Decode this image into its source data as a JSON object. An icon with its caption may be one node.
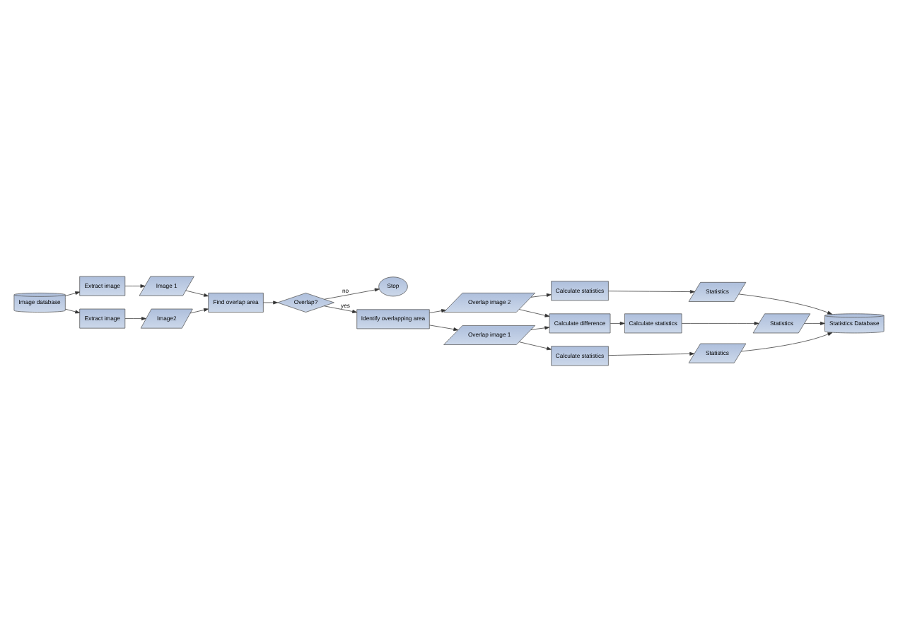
{
  "diagram": {
    "nodes": [
      {
        "text": [
          "Image database"
        ]
      },
      {
        "text": [
          "Extract image"
        ]
      },
      {
        "text": [
          "Image 1"
        ]
      },
      {
        "text": [
          "Find overlap area"
        ]
      },
      {
        "text": [
          "Overlap?"
        ]
      },
      {
        "text": [
          "Extract image"
        ]
      },
      {
        "text": [
          "Image2"
        ]
      },
      {
        "text": [
          "Stop"
        ]
      },
      {
        "text": [
          "Calculate statistics"
        ]
      },
      {
        "text": [
          "Statistics"
        ]
      },
      {
        "text": [
          "Identify overlapping area"
        ]
      },
      {
        "text": [
          "Overlap image 2"
        ]
      },
      {
        "text": [
          "Calculate difference"
        ]
      },
      {
        "text": [
          "Calculate statistics"
        ]
      },
      {
        "text": [
          "Statistics"
        ]
      },
      {
        "text": [
          "Statistics Database"
        ]
      },
      {
        "text": [
          "Overlap image 1"
        ]
      },
      {
        "text": [
          "Calculate statistics"
        ]
      },
      {
        "text": [
          "Statistics"
        ]
      }
    ],
    "edges": [
      {
        "from": 0,
        "to": 1,
        "arrow": "to"
      },
      {
        "from": 1,
        "to": 2,
        "arrow": "to"
      },
      {
        "from": 2,
        "to": 3,
        "arrow": "to"
      },
      {
        "from": 3,
        "to": 4,
        "arrow": "to"
      },
      {
        "from": 4,
        "to": 7,
        "arrow": "to",
        "label": "no"
      },
      {
        "from": 0,
        "to": 5,
        "arrow": "to"
      },
      {
        "from": 5,
        "to": 6,
        "arrow": "to"
      },
      {
        "from": 6,
        "to": 3,
        "arrow": "to"
      },
      {
        "from": 4,
        "to": 10,
        "arrow": "to",
        "label": "yes"
      },
      {
        "from": 10,
        "to": 11,
        "arrow": "to"
      },
      {
        "from": 11,
        "to": 8,
        "arrow": "to"
      },
      {
        "from": 8,
        "to": 9,
        "arrow": "to"
      },
      {
        "from": 9,
        "to": 15,
        "arrow": "to"
      },
      {
        "from": 11,
        "to": 12,
        "arrow": "to"
      },
      {
        "from": 12,
        "to": 13,
        "arrow": "to"
      },
      {
        "from": 13,
        "to": 14,
        "arrow": "to"
      },
      {
        "from": 14,
        "to": 15,
        "arrow": "to"
      },
      {
        "from": 10,
        "to": 16,
        "arrow": "to"
      },
      {
        "from": 16,
        "to": 12,
        "arrow": "to"
      },
      {
        "from": 16,
        "to": 17,
        "arrow": "to"
      },
      {
        "from": 17,
        "to": 18,
        "arrow": "to"
      },
      {
        "from": 18,
        "to": 15,
        "arrow": "to"
      }
    ]
  }
}
